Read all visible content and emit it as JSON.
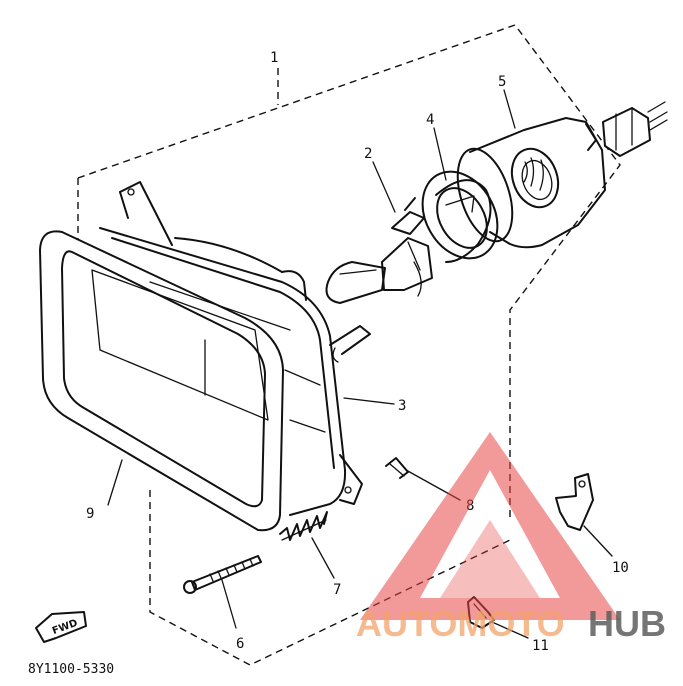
{
  "callouts": [
    {
      "id": "part-1",
      "label": "1"
    },
    {
      "id": "part-2",
      "label": "2"
    },
    {
      "id": "part-3",
      "label": "3"
    },
    {
      "id": "part-4",
      "label": "4"
    },
    {
      "id": "part-5",
      "label": "5"
    },
    {
      "id": "part-6",
      "label": "6"
    },
    {
      "id": "part-7",
      "label": "7"
    },
    {
      "id": "part-8",
      "label": "8"
    },
    {
      "id": "part-9",
      "label": "9"
    },
    {
      "id": "part-10",
      "label": "10"
    },
    {
      "id": "part-11",
      "label": "11"
    }
  ],
  "direction_marker": "FWD",
  "diagram_code": "8Y1100-5330",
  "watermark": {
    "part1": "AUTOMOTO",
    "part2": "HUB",
    "color_triangle": "#e84545",
    "color_text1": "#f2a36a",
    "color_text2": "#5e5e5e"
  }
}
